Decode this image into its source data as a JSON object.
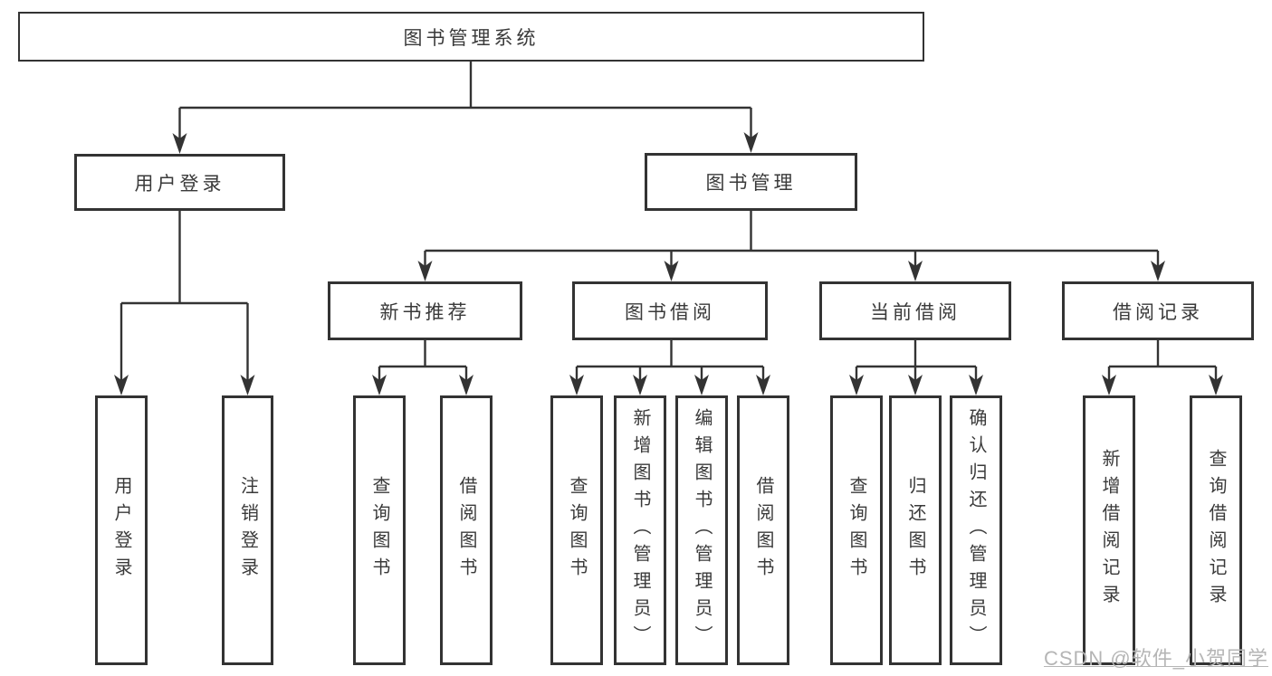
{
  "diagram": {
    "root": {
      "label": "图书管理系统"
    },
    "branches": {
      "user_login": {
        "label": "用户登录",
        "children": {
          "login": "用户登录",
          "logout": "注销登录"
        }
      },
      "book_mgmt": {
        "label": "图书管理",
        "sections": {
          "new_books": {
            "label": "新书推荐",
            "children": {
              "query": "查询图书",
              "borrow": "借阅图书"
            }
          },
          "borrowing": {
            "label": "图书借阅",
            "children": {
              "query": "查询图书",
              "add": "新增图书（管理员）",
              "edit": "编辑图书（管理员）",
              "borrow": "借阅图书"
            }
          },
          "current": {
            "label": "当前借阅",
            "children": {
              "query": "查询图书",
              "return": "归还图书",
              "confirm_return": "确认归还（管理员）"
            }
          },
          "records": {
            "label": "借阅记录",
            "children": {
              "add": "新增借阅记录",
              "query": "查询借阅记录"
            }
          }
        }
      }
    }
  },
  "watermark": {
    "text": "CSDN @软件_小贺同学"
  },
  "colors": {
    "line": "#333333",
    "text": "#3a3a3a",
    "box_background": "#ffffff",
    "watermark": "#b5b5b5",
    "background": "#ffffff"
  }
}
